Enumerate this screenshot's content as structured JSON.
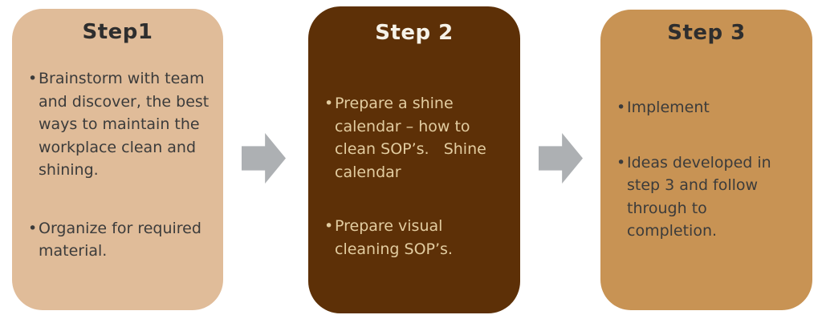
{
  "canvas": {
    "background": "#ffffff"
  },
  "steps": [
    {
      "title": "Step1",
      "fill": "#e0bc99",
      "title_color": "#2e2e2e",
      "text_color": "#3b3b3b",
      "bullets": [
        "Brainstorm with team and discover, the best ways to maintain the workplace clean and shining.",
        "Organize for required material."
      ]
    },
    {
      "title": "Step 2",
      "fill": "#5d3007",
      "title_color": "#f6f2e8",
      "text_color": "#e2cca0",
      "bullets": [
        "Prepare a shine calendar – how to clean SOP’s.   Shine calendar",
        "Prepare visual cleaning SOP’s."
      ]
    },
    {
      "title": "Step 3",
      "fill": "#c89354",
      "title_color": "#2e2e2e",
      "text_color": "#3b3b3b",
      "bullets": [
        "Implement",
        "Ideas developed in step 3 and follow through to completion."
      ]
    }
  ],
  "arrows": {
    "direction": "right",
    "color": "#adb0b3"
  }
}
